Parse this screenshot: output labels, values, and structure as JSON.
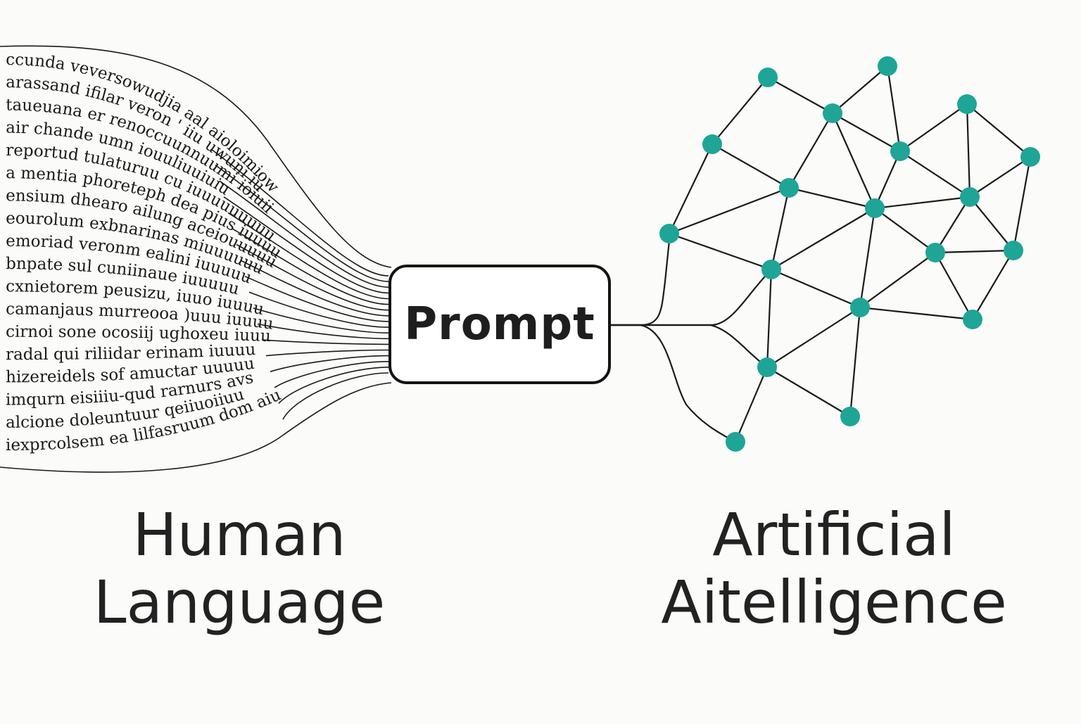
{
  "prompt": {
    "label": "Prompt"
  },
  "left_caption": {
    "line1": "Human",
    "line2": "Language"
  },
  "right_caption": {
    "line1": "Artificial",
    "line2": "Aitelligence"
  },
  "text_stream": {
    "lines": [
      "ccunda  veversowudjia aal aioloimiow",
      "arassand ifilar veron ' iiu uwuni iu",
      "taueuana er renoccuunnuumi ioiuii",
      "air  chande  umn  iouuliuuiuiu",
      "reportud tulaturuu cu iuuuuuuuuu",
      "a mentia phoreteph dea pius iuuuu",
      "ensium dhearo ailung aceiouuuuu",
      "eourolum  exbnarinas  miuuuuuu",
      "emoriad  veronm  ealini  iuuuuu",
      "bnpate  sul  cuniinaue  iuuuuu",
      "cxnietorem peusizu, iuuo iuuuu",
      "camanjaus murreooa )uuu iuuuu",
      "cirnoi sone ocosiij ughoxeu iuuu",
      "radal qui riliidar erinam iuuuu",
      "hizereidels  sof  amuctar uuuuu",
      "imqurn eisiiiu-qud rarnurs avs",
      "alcione doleuntuur qeiiuoiiuu",
      "iexprcolsem ea lilfasruum dom aiu"
    ],
    "colors": {
      "ink": "#1a1a1a"
    }
  },
  "network": {
    "node_color": "#1ea596",
    "edge_color": "#1a1a1a"
  },
  "colors": {
    "background": "#fbfbf9",
    "text": "#222222",
    "box_border": "#141414"
  }
}
